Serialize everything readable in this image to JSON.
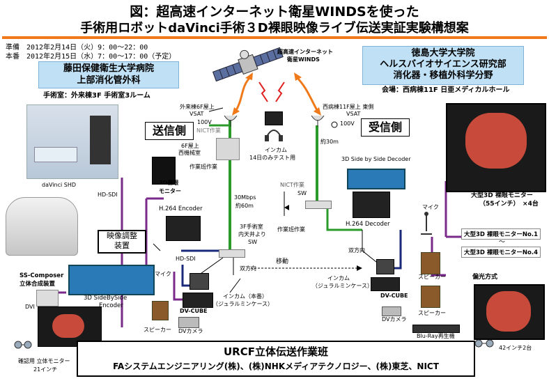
{
  "title": {
    "line1": "図：超高速インターネット衛星WINDSを使った",
    "line2": "手術用ロボットdaVinci手術３D裸眼映像ライブ伝送実証実験構想案"
  },
  "schedule": {
    "prep": "準備　2012年2月14日（火）9：00～22：00",
    "main": "本番　2012年2月15日（水）7：00～17：00（予定）"
  },
  "sender_institution": {
    "name_line1": "藤田保健衛生大学病院",
    "name_line2": "上部消化管外科",
    "room": "手術室：外来棟3F 手術室3ルーム"
  },
  "receiver_institution": {
    "name_line1": "徳島大学大学院",
    "name_line2": "ヘルスバイオサイエンス研究部",
    "name_line3": "消化器・移植外科学分野",
    "venue": "会場：西病棟11F 日亜メディカルホール"
  },
  "satellite": {
    "label_line1": "超高速インターネット",
    "label_line2": "衛星WINDS"
  },
  "sender_label": "送信側",
  "receiver_label": "受信側",
  "left_vsat": {
    "line1": "外来棟6F屋上",
    "line2": "VSAT",
    "power": "100V",
    "nict": "NICT作業"
  },
  "right_vsat": {
    "line1": "西病棟11F屋上 東側",
    "line2": "VSAT",
    "power": "100V"
  },
  "machine_room": {
    "line1": "6F屋上",
    "line2": "西機械室",
    "note": "作業班作業"
  },
  "intercom_top": {
    "line1": "インカム",
    "line2": "14日のみテスト用"
  },
  "link_left": {
    "speed": "30Mbps",
    "distance": "約60m"
  },
  "link_right": {
    "distance": "約30m"
  },
  "davinci": "daVinci SHD",
  "hd_sdi_1": "HD-SDI",
  "hd_sdi_2": "HD-SDI",
  "monitor_3d": {
    "line1": "3D裸眼",
    "line2": "モニター"
  },
  "h264_encoder": "H.264 Encoder",
  "image_adjust": {
    "line1": "映像調整",
    "line2": "装置"
  },
  "ss_composer": {
    "line1": "SS-Composer",
    "line2": "立体合成装置"
  },
  "encoder_3dsbs": {
    "line1": "3D SideBySide",
    "line2": "Encoder"
  },
  "dvi_left": "DVI",
  "confirm_monitor": {
    "line1": "確認用 立体モニター",
    "line2": "21インチ"
  },
  "mic_left": "マイク",
  "dvcube_left": "DV-CUBE",
  "speaker_left": "スピーカー",
  "dvcamera_left": "DVカメラ",
  "intercom_left": {
    "line1": "インカム（本番）",
    "line2": "（ジュラルミンケース）"
  },
  "sw_left": {
    "line1": "3F手術室",
    "line2": "内天井より",
    "line3": "SW"
  },
  "bidir_left": "双方向",
  "move": "移動",
  "nict_work_right": "NICT作業",
  "sw_right": "SW",
  "crew_work_right": "作業班作業",
  "decoder_3dsbs": "3D Side by Side Decoder",
  "h264_decoder": "H.264 Decoder",
  "bidir_right": "双方向",
  "intercom_right": {
    "line1": "インカム",
    "line2": "（ジュラルミンケース）"
  },
  "dvcube_right": "DV-CUBE",
  "dvcamera_right": "DVカメラ",
  "speaker_right_1": "スピーカー",
  "speaker_right_2": "スピーカー",
  "bluray": "Blu-Ray再生機",
  "mic_right": "マイク",
  "big_monitor": {
    "line1": "大型3D 裸眼モニター",
    "line2": "（55インチ）　×4台"
  },
  "monitor_list": [
    "大型3D 裸眼モニターNo.1",
    "～",
    "大型3D 裸眼モニターNo.4"
  ],
  "polarized": "偏光方式",
  "monitor_42": "42インチ2台",
  "footer": {
    "team": "URCF立体伝送作業班",
    "companies": "FAシステムエンジニアリング(株)、(株)NHKメディアテクノロジー、(株)東芝、NICT"
  },
  "colors": {
    "green_line": "#2a9a2a",
    "purple_line": "#7a2a8a",
    "orange_link": "#f07a1a",
    "blue_box": "#bfe0f5"
  }
}
